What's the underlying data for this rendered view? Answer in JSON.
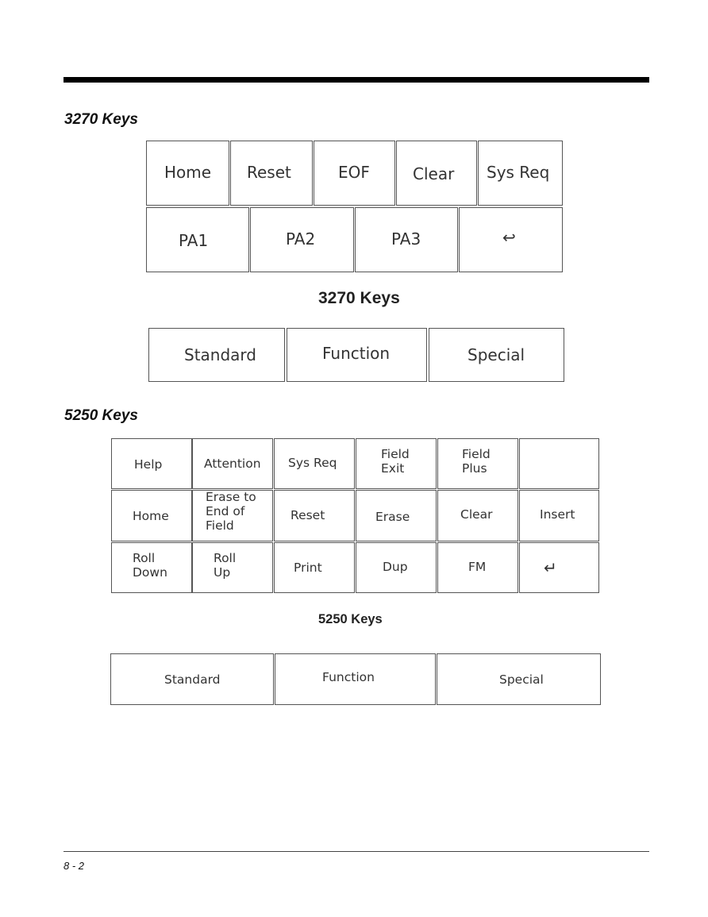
{
  "section_3270": {
    "heading": "3270 Keys",
    "caption": "3270 Keys",
    "row1": [
      "Home",
      "Reset",
      "EOF",
      "Clear",
      "Sys Req"
    ],
    "row2": [
      "PA1",
      "PA2",
      "PA3",
      "↩"
    ],
    "tabs": [
      "Standard",
      "Function",
      "Special"
    ]
  },
  "section_5250": {
    "heading": "5250 Keys",
    "caption": "5250 Keys",
    "row1": [
      "Help",
      "Attention",
      "Sys Req",
      "Field\nExit",
      "Field\nPlus",
      ""
    ],
    "row2": [
      "Home",
      "Erase to\nEnd of\nField",
      "Reset",
      "Erase",
      "Clear",
      "Insert"
    ],
    "row3": [
      "Roll Down",
      "Roll\nUp",
      "Print",
      "Dup",
      "FM",
      "↵"
    ],
    "tabs": [
      "Standard",
      "Function",
      "Special"
    ]
  },
  "footer": {
    "page_number": "8 - 2"
  }
}
